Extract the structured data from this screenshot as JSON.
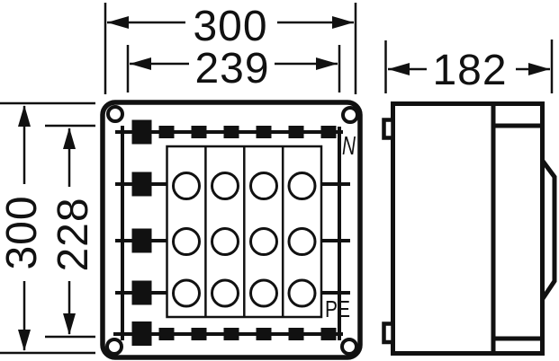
{
  "drawing": {
    "colors": {
      "line": "#111111",
      "background": "#ffffff"
    },
    "front_view": {
      "overall_width": "300",
      "fixing_width": "239",
      "overall_height": "300",
      "fixing_height": "228",
      "neutral_terminal_label": "N",
      "earth_terminal_label": "PE"
    },
    "side_view": {
      "overall_depth": "182"
    }
  }
}
